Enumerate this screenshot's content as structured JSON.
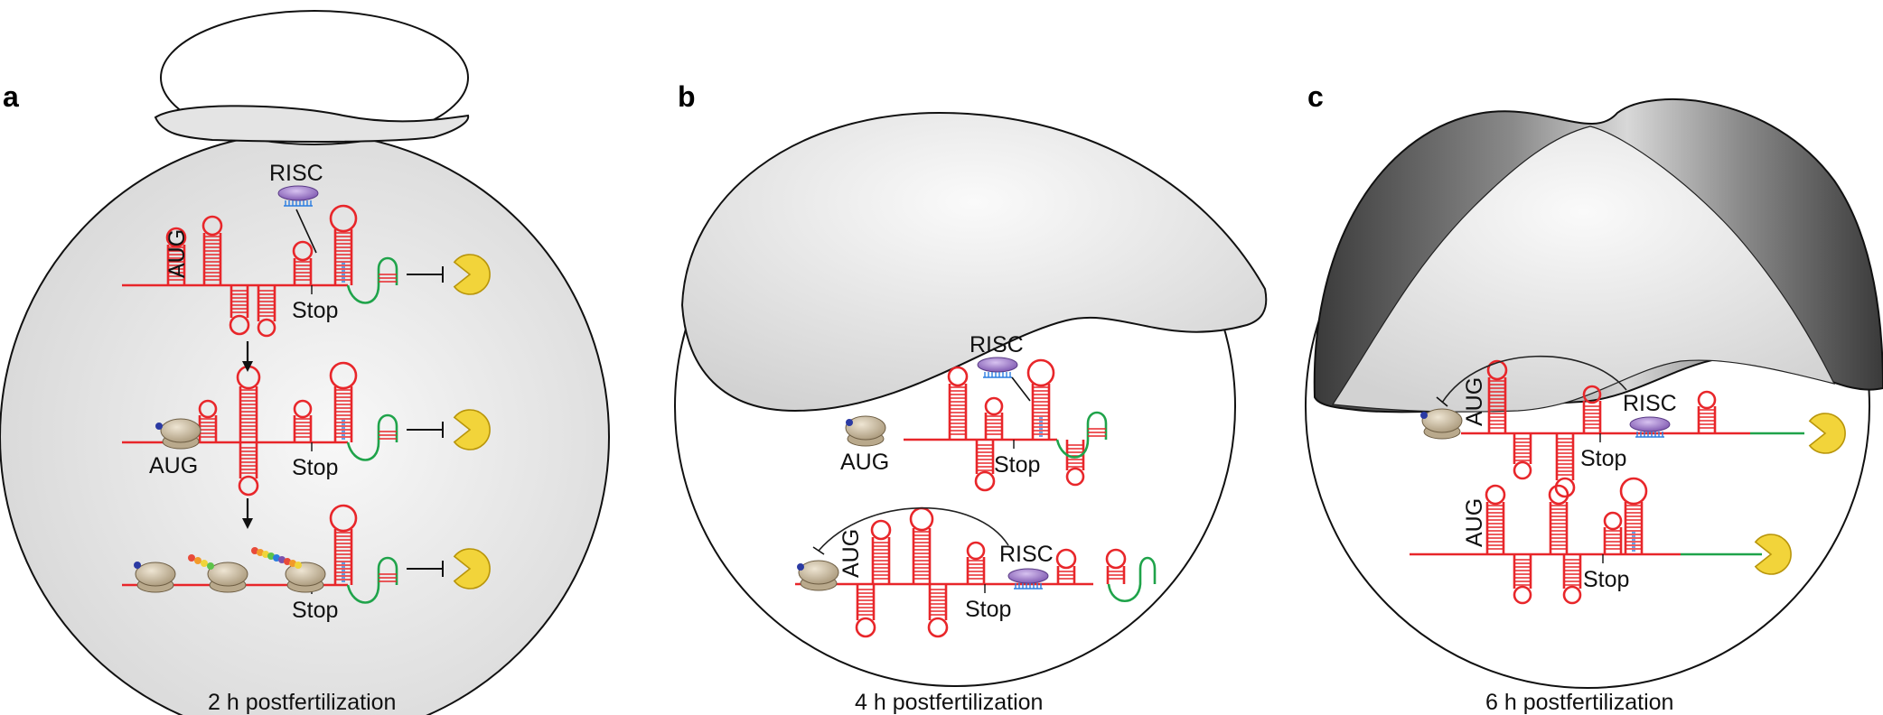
{
  "panels": [
    {
      "letter": "a",
      "caption": "2 h postfertilization"
    },
    {
      "letter": "b",
      "caption": "4 h postfertilization"
    },
    {
      "letter": "c",
      "caption": "6 h postfertilization"
    }
  ],
  "labels": {
    "aug": "AUG",
    "stop": "Stop",
    "risc": "RISC"
  },
  "colors": {
    "mrna": "#e8262a",
    "utr_green": "#1fa34a",
    "protein": "#f2d43a",
    "ribosome": "#cdbfa5",
    "risc": "#9b74c6",
    "seed": "#2a7de0"
  }
}
